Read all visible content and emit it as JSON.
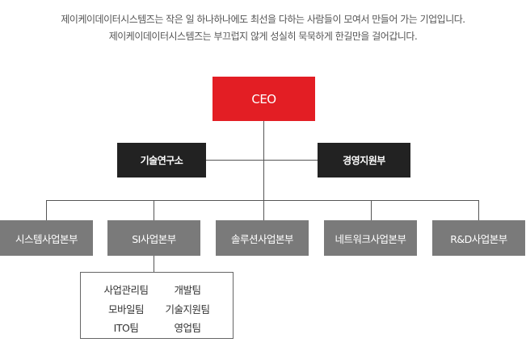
{
  "intro": {
    "line1": "제이케이데이터시스템즈는 작은 일 하나하나에도 최선을 다하는 사람들이 모여서 만들어 가는 기업입니다.",
    "line2": "제이케이데이터시스템즈는 부끄럽지 않게 성실히 묵묵하게 한길만을 걸어갑니다."
  },
  "ceo": "CEO",
  "staff": [
    "기술연구소",
    "경영지원부"
  ],
  "divisions": [
    "시스템사업본부",
    "SI사업본부",
    "솔루션사업본부",
    "네트워크사업본부",
    "R&D사업본부"
  ],
  "si_teams": [
    "사업관리팀",
    "개발팀",
    "모바일팀",
    "기술지원팀",
    "ITO팀",
    "영업팀"
  ],
  "colors": {
    "ceo": "#e31e24",
    "staff": "#222222",
    "division": "#7a7a7a"
  }
}
